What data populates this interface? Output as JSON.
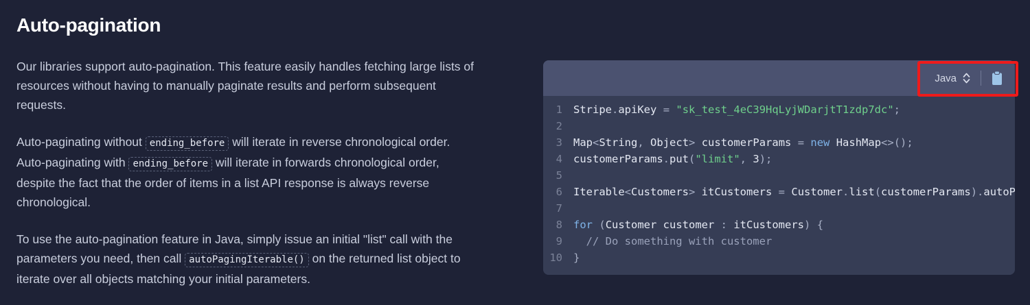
{
  "page": {
    "title": "Auto-pagination",
    "background_color": "#1e2236"
  },
  "paragraphs": [
    {
      "id": "intro",
      "parts": [
        {
          "type": "text",
          "value": "Our libraries support auto-pagination. This feature easily handles fetching large lists of resources without having to manually paginate results and perform subsequent requests."
        }
      ]
    },
    {
      "id": "ordering",
      "parts": [
        {
          "type": "text",
          "value": "Auto-paginating without "
        },
        {
          "type": "code",
          "value": "ending_before"
        },
        {
          "type": "text",
          "value": " will iterate in reverse chronological order. Auto-paginating with "
        },
        {
          "type": "code",
          "value": "ending_before"
        },
        {
          "type": "text",
          "value": " will iterate in forwards chronological order, despite the fact that the order of items in a list API response is always reverse chronological."
        }
      ]
    },
    {
      "id": "usage",
      "parts": [
        {
          "type": "text",
          "value": "To use the auto-pagination feature in Java, simply issue an initial \"list\" call with the parameters you need, then call "
        },
        {
          "type": "code",
          "value": "autoPagingIterable()"
        },
        {
          "type": "text",
          "value": " on the returned list object to iterate over all objects matching your initial parameters."
        }
      ]
    }
  ],
  "code_panel": {
    "header": {
      "language_label": "Java",
      "language_selector_icon": "chevron-up-down-icon",
      "copy_icon": "clipboard-copy-icon",
      "background_color": "#4b5270"
    },
    "body": {
      "background_color": "#363d55",
      "language": "java",
      "lines": [
        {
          "number": "1",
          "text": "Stripe.apiKey = \"sk_test_4eC39HqLyjWDarjtT1zdp7dc\";"
        },
        {
          "number": "2",
          "text": ""
        },
        {
          "number": "3",
          "text": "Map<String, Object> customerParams = new HashMap<>();"
        },
        {
          "number": "4",
          "text": "customerParams.put(\"limit\", 3);"
        },
        {
          "number": "5",
          "text": ""
        },
        {
          "number": "6",
          "text": "Iterable<Customers> itCustomers = Customer.list(customerParams).autoPagingIterable();"
        },
        {
          "number": "7",
          "text": ""
        },
        {
          "number": "8",
          "text": "for (Customer customer : itCustomers) {"
        },
        {
          "number": "9",
          "text": "  // Do something with customer"
        },
        {
          "number": "10",
          "text": "}"
        }
      ]
    }
  },
  "annotation": {
    "highlight_color": "#ee1b1b",
    "target": "language-selector-and-copy-controls"
  }
}
